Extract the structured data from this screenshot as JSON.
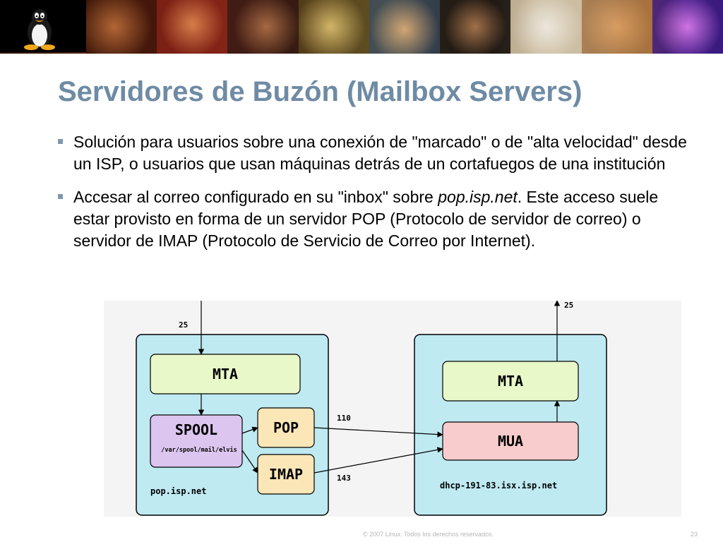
{
  "slide": {
    "title": "Servidores de Buzón (Mailbox Servers)",
    "bullets": [
      {
        "text": "Solución para usuarios sobre una conexión de \"marcado\" o de \"alta velocidad\" desde un ISP, o usuarios que usan máquinas detrás de un cortafuegos de una institución"
      },
      {
        "text_before": "Accesar al correo configurado en su \"inbox\" sobre ",
        "text_italic": "pop.isp.net",
        "text_after": ". Este acceso suele estar provisto en forma de un servidor POP (Protocolo de servidor de correo) o servidor de IMAP (Protocolo de Servicio de Correo por Internet)."
      }
    ],
    "footer_copyright": "© 2007 Linux. Todos los derechos reservados.",
    "page_number": "23"
  },
  "diagram": {
    "server": {
      "hostname": "pop.isp.net",
      "mta_label": "MTA",
      "spool_label": "SPOOL",
      "spool_path": "/var/spool/mail/elvis",
      "pop_label": "POP",
      "imap_label": "IMAP",
      "inbound_port": "25"
    },
    "client": {
      "hostname": "dhcp-191-83.isx.isp.net",
      "mta_label": "MTA",
      "mua_label": "MUA",
      "outbound_port": "25"
    },
    "pop_port": "110",
    "imap_port": "143",
    "colors": {
      "host_fill": "#bfeaf2",
      "mta_fill": "#e8f8c8",
      "spool_fill": "#dcc6f0",
      "protocol_fill": "#fbe6b8",
      "mua_fill": "#f8cccc",
      "title_color": "#6f8ba4",
      "bullet_color": "#7f98ad"
    }
  }
}
